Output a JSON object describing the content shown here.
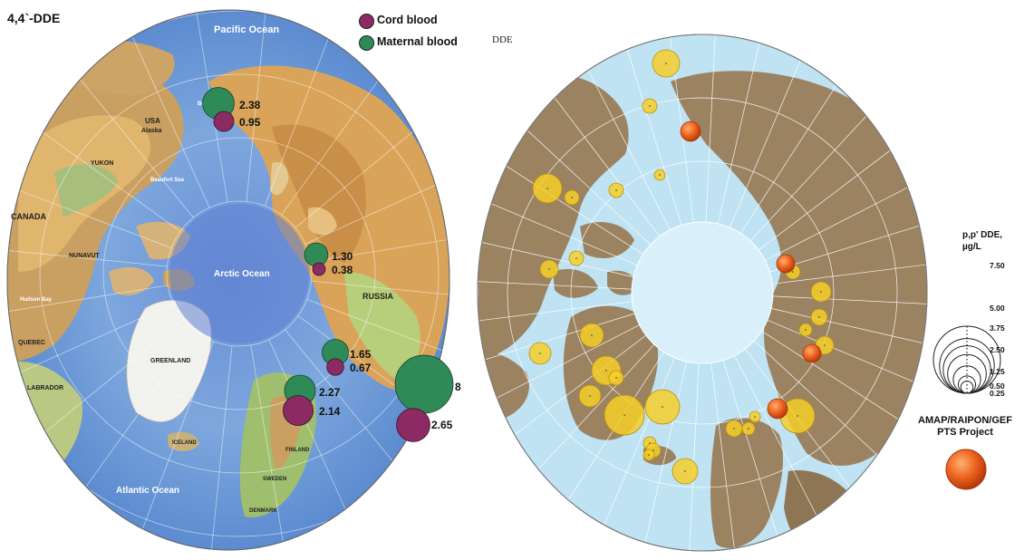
{
  "left_map": {
    "title": "4,4`-DDE",
    "legend": [
      {
        "label": "Cord blood",
        "color": "#8b2a63"
      },
      {
        "label": "Maternal blood",
        "color": "#2e8b57"
      }
    ],
    "labels": [
      {
        "text": "Pacific Ocean",
        "font": 11
      },
      {
        "text": "Arctic Ocean",
        "font": 10
      },
      {
        "text": "Atlantic Ocean",
        "font": 10
      },
      {
        "text": "CANADA",
        "font": 9
      },
      {
        "text": "RUSSIA",
        "font": 9
      },
      {
        "text": "GREENLAND",
        "font": 7
      },
      {
        "text": "USA",
        "font": 8
      },
      {
        "text": "Alaska",
        "font": 7
      },
      {
        "text": "YUKON",
        "font": 7
      },
      {
        "text": "NUNAVUT",
        "font": 7
      },
      {
        "text": "QUEBEC",
        "font": 7
      },
      {
        "text": "LABRADOR",
        "font": 7
      },
      {
        "text": "Hudson Bay",
        "font": 6
      },
      {
        "text": "Beaufort Sea",
        "font": 6
      },
      {
        "text": "Bering Sea",
        "font": 6
      },
      {
        "text": "FINLAND",
        "font": 6
      },
      {
        "text": "SWEDEN",
        "font": 6
      },
      {
        "text": "ICELAND",
        "font": 6
      },
      {
        "text": "DENMARK",
        "font": 6
      }
    ],
    "sites": [
      {
        "maternal": "2.38",
        "cord": "0.95"
      },
      {
        "maternal": "1.30",
        "cord": "0.38"
      },
      {
        "maternal": "1.65",
        "cord": "0.67"
      },
      {
        "maternal": "2.27",
        "cord": "2.14"
      },
      {
        "maternal": "8",
        "cord": "2.65"
      }
    ]
  },
  "right_map": {
    "title": "DDE",
    "scale": {
      "unit_line1": "p,p' DDE,",
      "unit_line2": "µg/L",
      "ticks": [
        "7.50",
        "5.00",
        "3.75",
        "2.50",
        "1.25",
        "0.50",
        "0.25"
      ]
    },
    "credit_line1": "AMAP/RAIPON/GEF",
    "credit_line2": "PTS Project",
    "colors": {
      "ocean": "#bfe3f3",
      "land": "#9b8362",
      "yellow": "#f5cf2a",
      "orange": "#e5531b"
    }
  },
  "chart_data": {
    "type": "map",
    "maps": [
      {
        "title": "4,4`-DDE",
        "series": [
          {
            "name": "Maternal blood",
            "values": [
              2.38,
              1.3,
              1.65,
              2.27,
              8
            ]
          },
          {
            "name": "Cord blood",
            "values": [
              0.95,
              0.38,
              0.67,
              2.14,
              2.65
            ]
          }
        ]
      },
      {
        "title": "DDE",
        "scale_unit": "p,p' DDE, µg/L",
        "scale_values": [
          7.5,
          5.0,
          3.75,
          2.5,
          1.25,
          0.5,
          0.25
        ]
      }
    ]
  }
}
